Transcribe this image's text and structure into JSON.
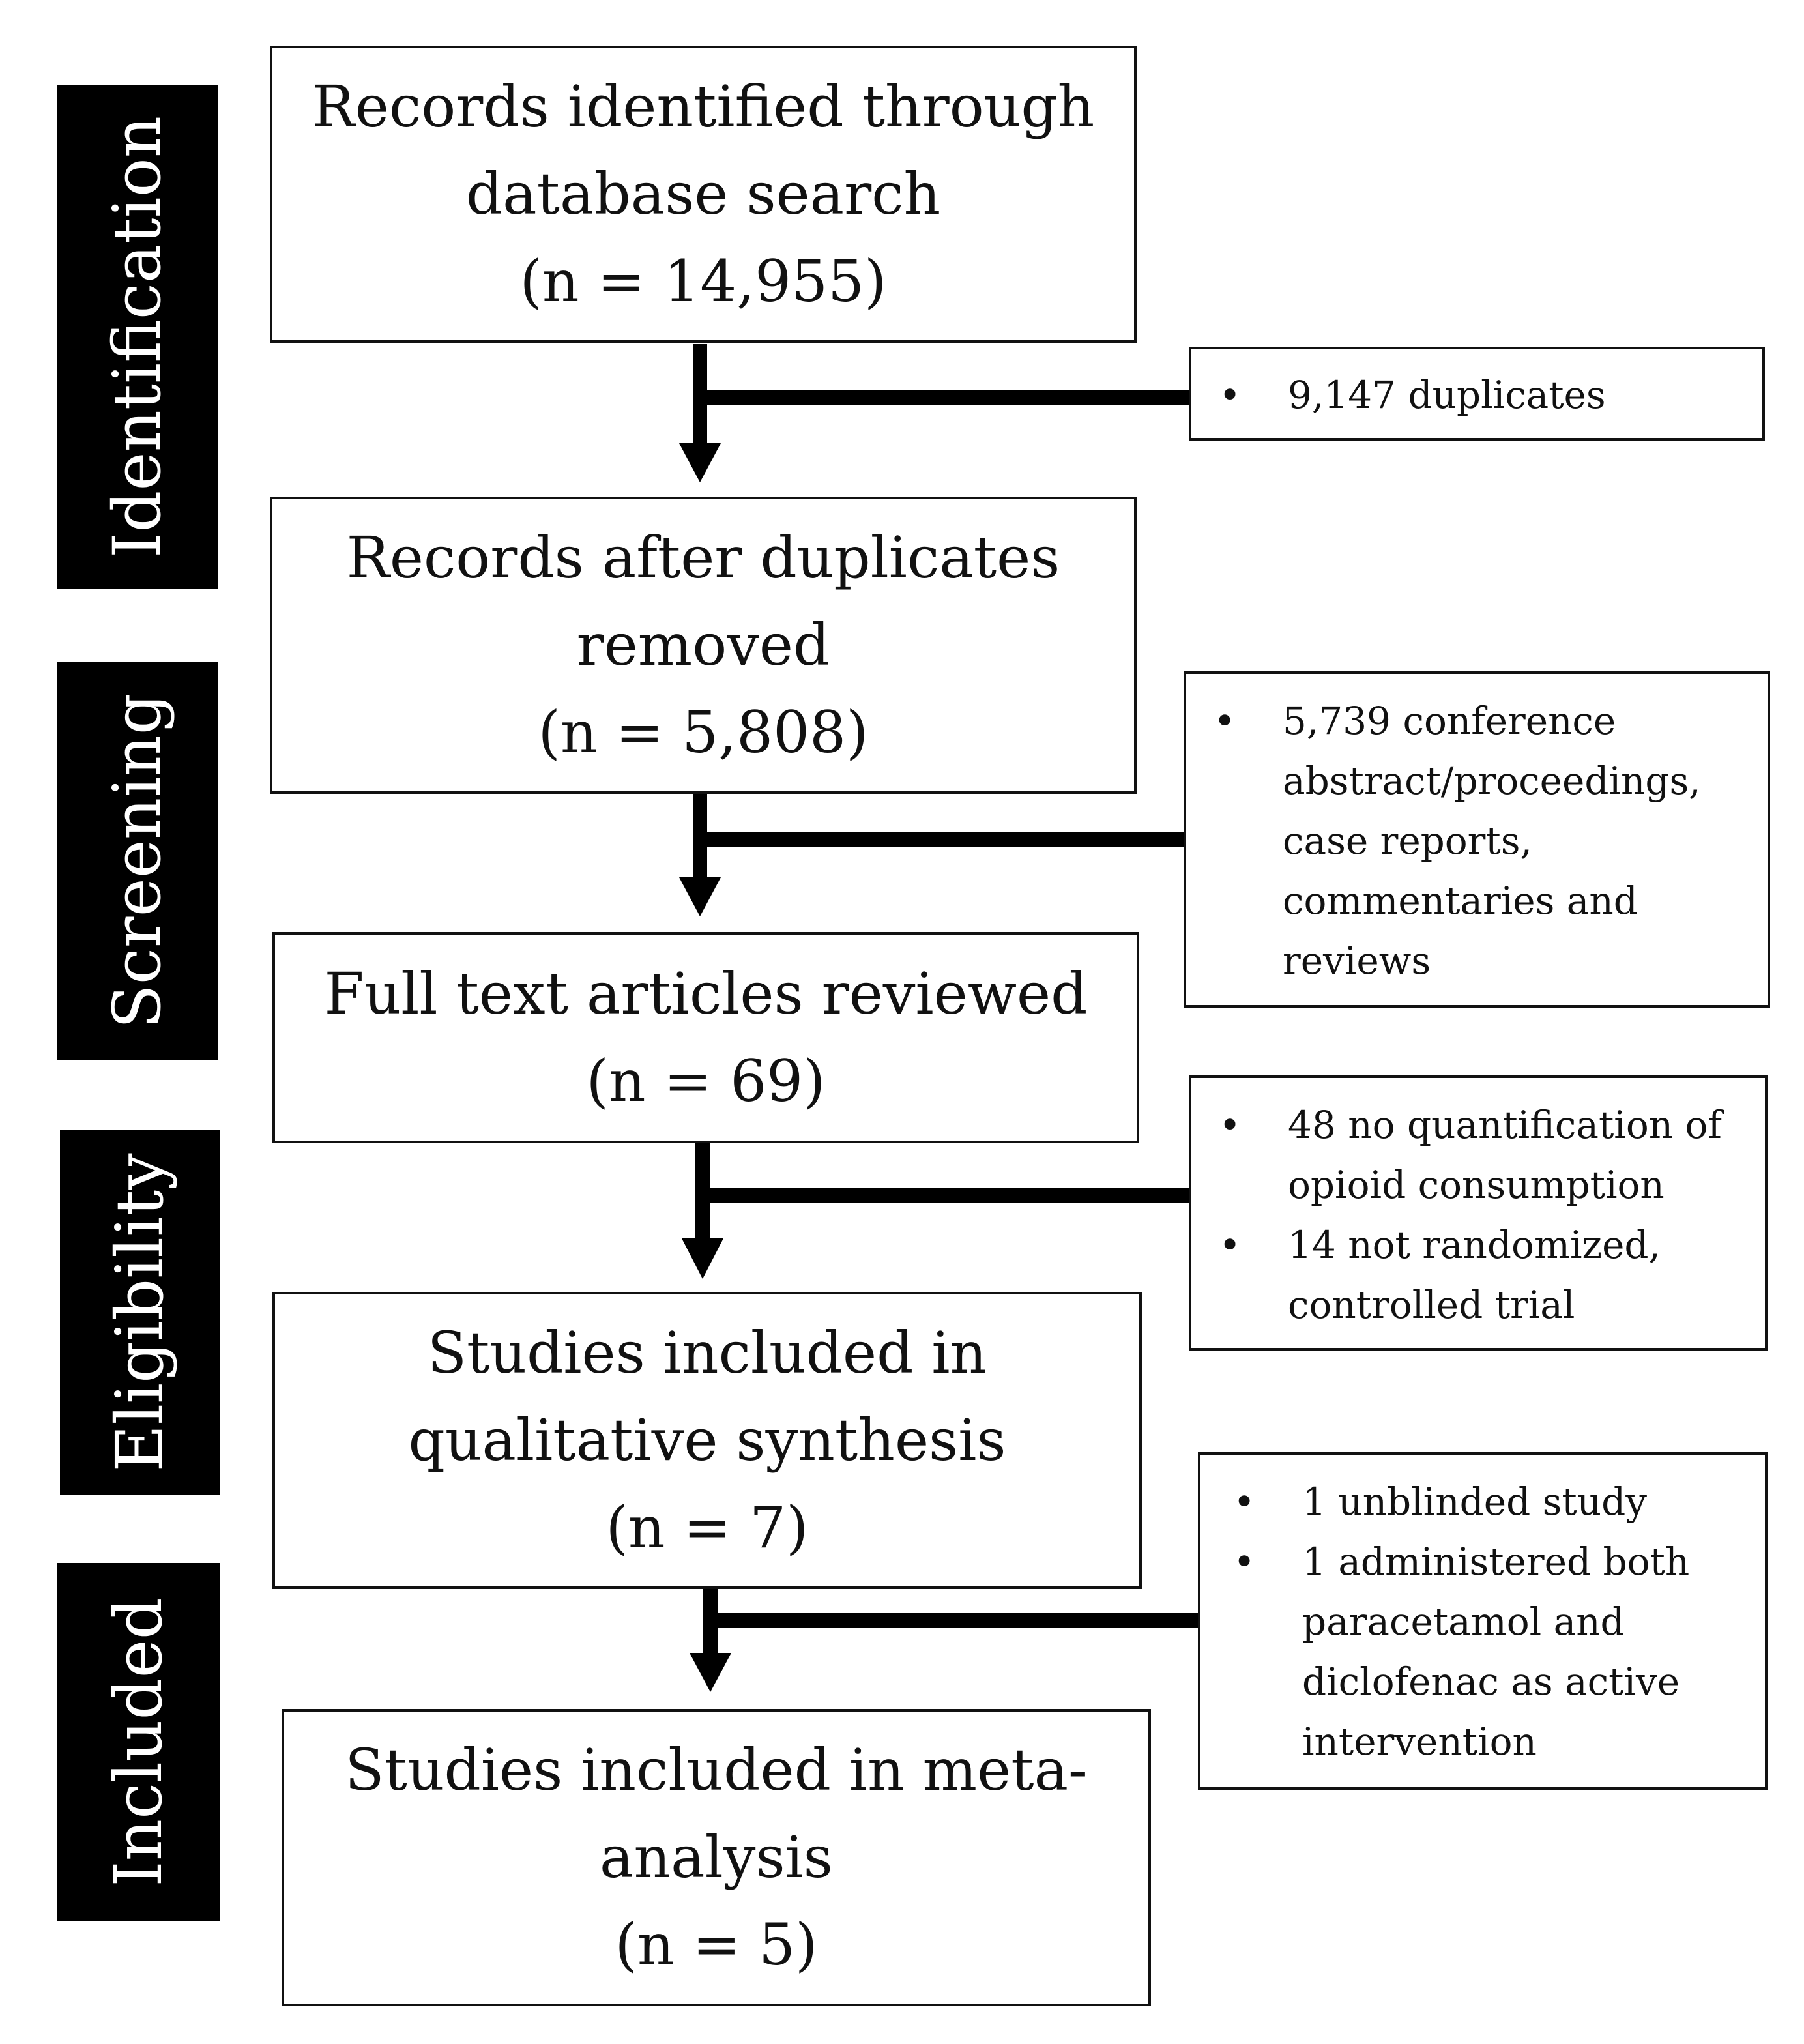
{
  "stages": {
    "identification": "Identification",
    "screening": "Screening",
    "eligibility": "Eligibility",
    "included": "Included"
  },
  "boxes": {
    "identified": {
      "lines": [
        "Records identified through",
        "database search",
        "(n = 14,955)"
      ]
    },
    "after_duplicates": {
      "lines": [
        "Records after duplicates",
        "removed",
        "(n = 5,808)"
      ]
    },
    "full_text": {
      "lines": [
        "Full text articles reviewed",
        "(n = 69)"
      ]
    },
    "qualitative": {
      "lines": [
        "Studies included in",
        "qualitative synthesis",
        "(n = 7)"
      ]
    },
    "meta_analysis": {
      "lines": [
        "Studies included in meta-",
        "analysis",
        "(n = 5)"
      ]
    }
  },
  "exclusions": {
    "duplicates": [
      {
        "lines": [
          "9,147 duplicates"
        ]
      }
    ],
    "screening": [
      {
        "lines": [
          "5,739 conference",
          "abstract/proceedings,",
          "case reports,",
          "commentaries and",
          "reviews"
        ]
      }
    ],
    "eligibility": [
      {
        "lines": [
          "48 no quantification of",
          "opioid consumption"
        ]
      },
      {
        "lines": [
          "14 not randomized,",
          "controlled trial"
        ]
      }
    ],
    "included": [
      {
        "lines": [
          "1 unblinded study"
        ]
      },
      {
        "lines": [
          "1 administered both",
          "paracetamol and",
          "diclofenac as active",
          "intervention"
        ]
      }
    ]
  }
}
